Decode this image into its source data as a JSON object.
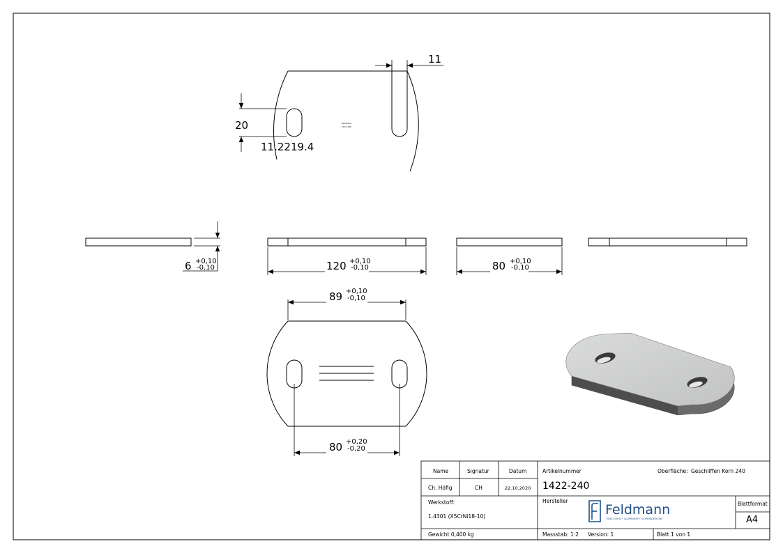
{
  "drawing": {
    "top_view": {
      "dim_slot_width": "11",
      "dim_slot_height": "20",
      "dim_radius_label": "11.2219.4",
      "marking_line1": "Feldmann",
      "marking_line2": "1422-240"
    },
    "side_views": {
      "thickness": {
        "nominal": "6",
        "upper": "+0,10",
        "lower": "-0,10"
      },
      "length": {
        "nominal": "120",
        "upper": "+0,10",
        "lower": "-0,10"
      },
      "width": {
        "nominal": "80",
        "upper": "+0,10",
        "lower": "-0,10"
      }
    },
    "front_view": {
      "flat_width": {
        "nominal": "89",
        "upper": "+0,10",
        "lower": "-0,10"
      },
      "slot_spacing": {
        "nominal": "80",
        "upper": "+0,20",
        "lower": "-0,20"
      }
    }
  },
  "title_block": {
    "headers": {
      "name": "Name",
      "signatur": "Signatur",
      "datum": "Datum",
      "artikelnummer": "Artikelnummer"
    },
    "name_value": "Ch. Höfig",
    "signatur_value": "CH",
    "datum_value": "22.10.2020",
    "oberflaeche_label": "Oberfläche:",
    "oberflaeche_value": "Geschliffen Korn 240",
    "artikelnummer_value": "1422-240",
    "werkstoff_label": "Werkstoff:",
    "werkstoff_value": "1.4301 (X5CrNi18-10)",
    "hersteller_label": "Hersteller",
    "logo_name": "Feldmann",
    "logo_tagline": "EDELSTAHL • ALUMINIUM • SCHMIEDEEISEN",
    "blattformat_label": "Blattformat",
    "blattformat_value": "A4",
    "gewicht": "Gewicht 0,400 kg",
    "massstab": "Massstab: 1:2",
    "version": "Version: 1",
    "blatt": "Blatt 1 von 1"
  },
  "colors": {
    "line": "#000000",
    "plate_top": "#cfd0d0",
    "plate_side": "#6b6b6b",
    "logo_blue": "#1f4e8c"
  }
}
